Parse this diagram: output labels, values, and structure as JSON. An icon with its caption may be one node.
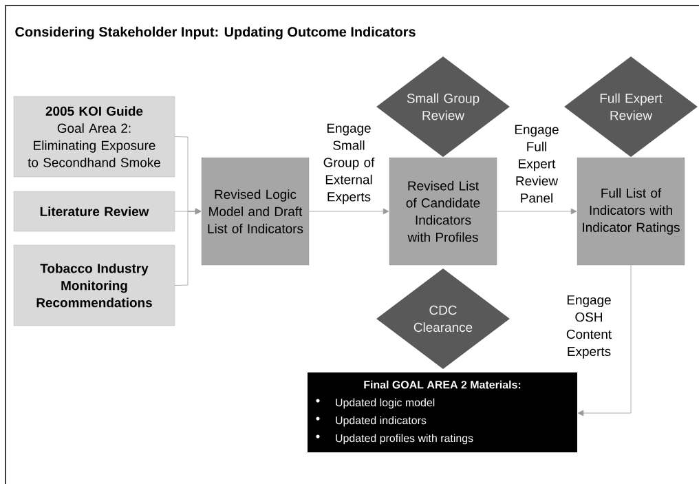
{
  "diagram": {
    "title": "Considering Stakeholder Input: Updating Outcome Indicators",
    "nodes": [
      {
        "text": [
          "2005 KOI Guide",
          "Goal Area 2: Eliminating Exposure to Secondhand Smoke"
        ]
      },
      {
        "text": [
          "Literature Review"
        ]
      },
      {
        "text": [
          "Tobacco Industry Monitoring Recommendations"
        ]
      },
      {
        "text": [
          "Revised Logic Model and Draft List of Indicators"
        ]
      },
      {
        "text": [
          "Small Group Review"
        ]
      },
      {
        "text": [
          "Revised List of Candidate Indicators with Profiles"
        ]
      },
      {
        "text": [
          "Full Expert Review"
        ]
      },
      {
        "text": [
          "Full List of Indicators with Indicator Ratings"
        ]
      },
      {
        "text": [
          "CDC Clearance"
        ]
      },
      {
        "text": [
          "Final GOAL AREA 2 Materials:",
          "Updated logic model",
          "Updated indicators",
          "Updated profiles with ratings"
        ]
      }
    ],
    "edges": [
      {
        "from": 0,
        "to": 3,
        "arrow": "to"
      },
      {
        "from": 1,
        "to": 3,
        "arrow": "to"
      },
      {
        "from": 2,
        "to": 3,
        "arrow": "to"
      },
      {
        "from": 3,
        "to": 5,
        "arrow": "to",
        "label": "Engage Small Group of External Experts"
      },
      {
        "from": 5,
        "to": 7,
        "arrow": "to",
        "label": "Engage Full Expert Review Panel"
      },
      {
        "from": 7,
        "to": 9,
        "arrow": "to",
        "label": "Engage OSH Content Experts"
      }
    ]
  }
}
